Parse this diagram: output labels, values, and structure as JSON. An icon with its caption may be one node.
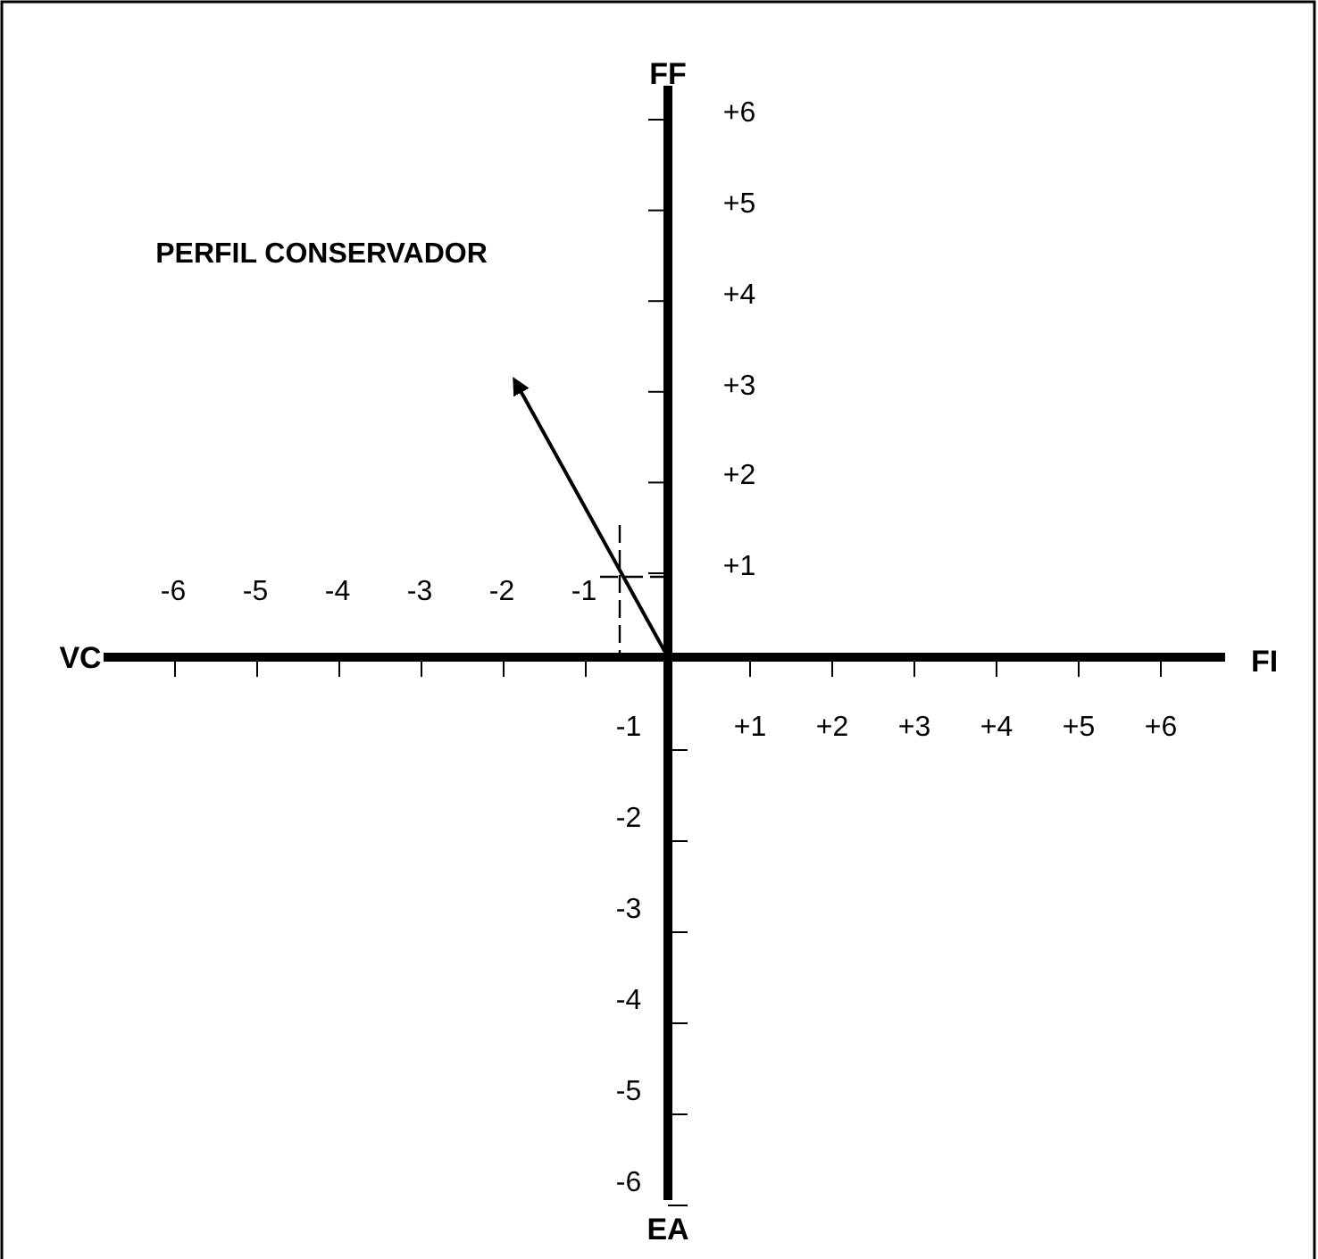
{
  "diagram": {
    "labels": [
      "FF",
      "+6",
      "+5",
      "PERFIL CONSERVADOR",
      "+4",
      "+3",
      "+2",
      "+1",
      "-6",
      "-5",
      "-4",
      "-3",
      "-2",
      "-1",
      "VC",
      "FI",
      "-1",
      "+1",
      "+2",
      "+3",
      "+4",
      "+5",
      "+6",
      "-2",
      "-3",
      "-4",
      "-5",
      "-6",
      "EA"
    ]
  }
}
